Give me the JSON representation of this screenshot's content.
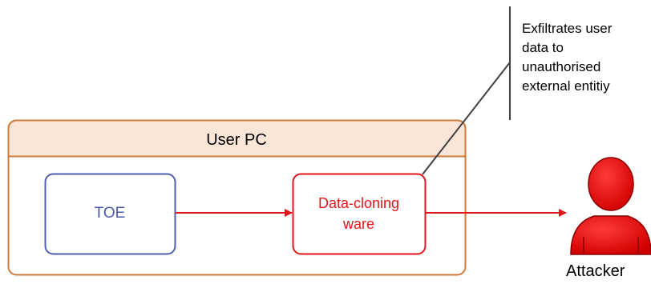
{
  "diagram": {
    "container": {
      "title": "User PC",
      "fill": "#fbe5d6",
      "border": "#d07a3a"
    },
    "toe": {
      "label": "TOE",
      "border": "#4f5fb0",
      "text_color": "#4a5aa8"
    },
    "ware": {
      "label": "Data-cloning\nware",
      "border": "#e3151a",
      "text_color": "#e3151a"
    },
    "callout": {
      "text": "Exfiltrates user\ndata to\nunauthorised\nexternal entitiy"
    },
    "attacker": {
      "label": "Attacker",
      "icon": "person-icon",
      "color": "#e3151a"
    },
    "arrow_color": "#e3151a"
  }
}
